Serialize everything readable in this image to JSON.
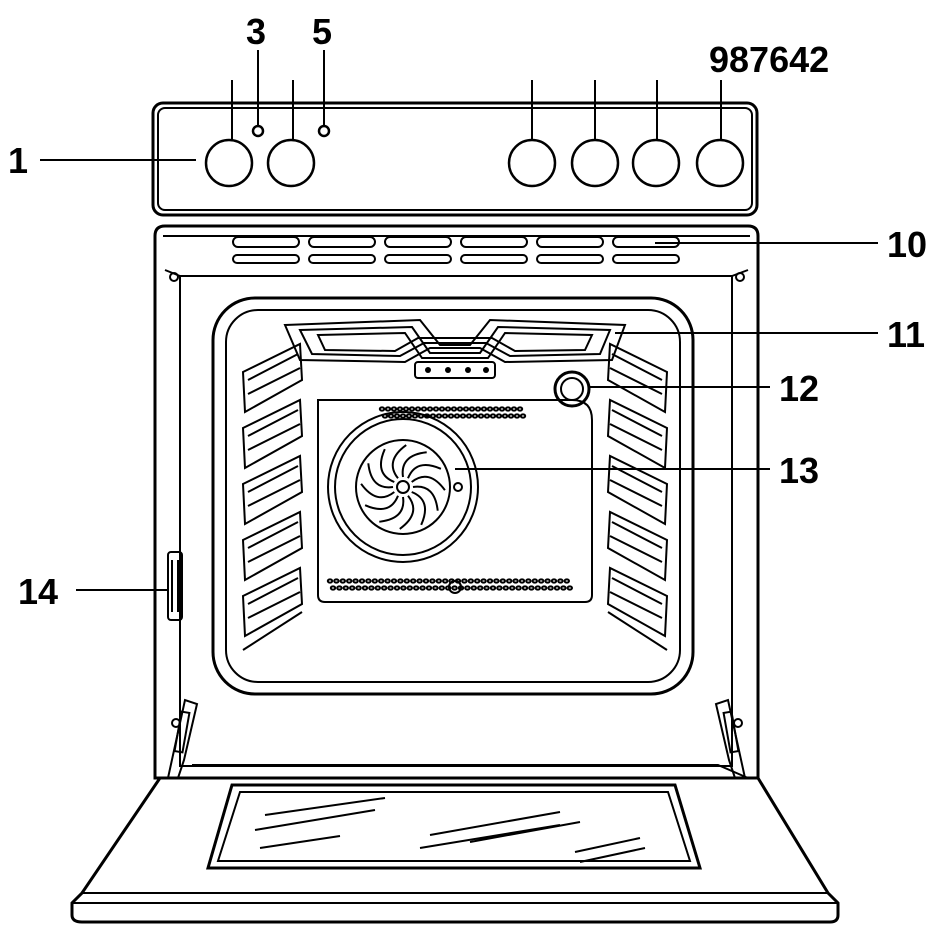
{
  "labels": {
    "l1": "1",
    "l3": "3",
    "l5": "5",
    "l_top_right": "987642",
    "l10": "10",
    "l11": "11",
    "l12": "12",
    "l13": "13",
    "l14": "14"
  },
  "colors": {
    "stroke": "#000000",
    "background": "#ffffff"
  }
}
